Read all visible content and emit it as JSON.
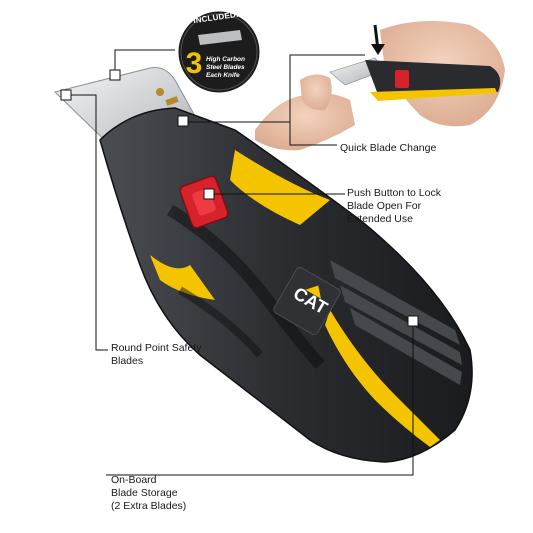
{
  "badge": {
    "included": "INCLUDED!",
    "number": "3",
    "description": "High Carbon\nSteel Blades\nEach Knife"
  },
  "callouts": {
    "quick_blade_change": "Quick Blade Change",
    "push_button": "Push Button to Lock\nBlade Open For\nExtended Use",
    "round_point": "Round Point Safety\nBlades",
    "on_board_storage": "On-Board\nBlade Storage\n(2 Extra Blades)"
  },
  "product": {
    "brand_logo_text": "CAT",
    "handle_color": "#2b2b2b",
    "accent_color": "#f5c400",
    "button_color": "#d8222b"
  }
}
